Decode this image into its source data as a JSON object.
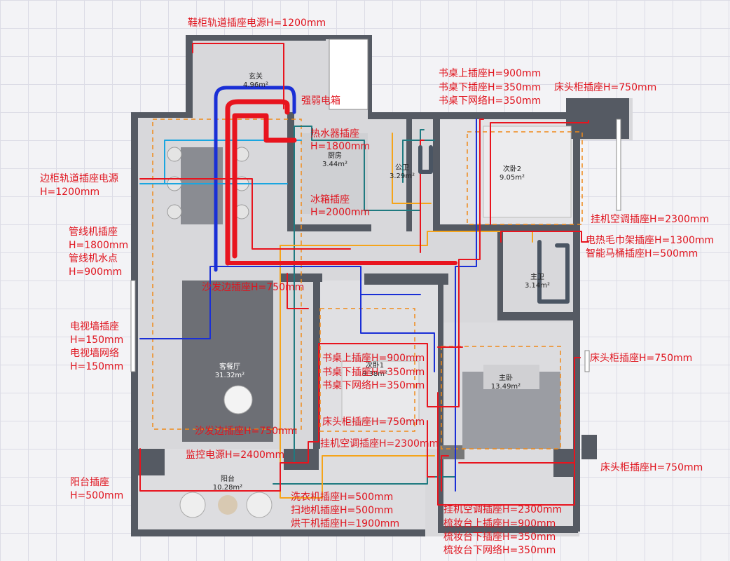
{
  "rooms": {
    "foyer": {
      "name": "玄关",
      "area": "4.96m²"
    },
    "kitchen": {
      "name": "厨房",
      "area": "3.44m²"
    },
    "pub_bath": {
      "name": "公卫",
      "area": "3.29m²"
    },
    "bed2": {
      "name": "次卧2",
      "area": "9.05m²"
    },
    "master_bath": {
      "name": "主卫",
      "area": "3.14m²"
    },
    "living": {
      "name": "客餐厅",
      "area": "31.32m²"
    },
    "bed1": {
      "name": "次卧1",
      "area": "9.38m²"
    },
    "master": {
      "name": "主卧",
      "area": "13.49m²"
    },
    "balcony": {
      "name": "阳台",
      "area": "10.28m²"
    }
  },
  "labels": {
    "shoe": "鞋柜轨道插座电源H=1200mm",
    "weak_box": "强弱电箱",
    "heater_1": "热水器插座",
    "heater_2": "H=1800mm",
    "fridge_1": "冰箱插座",
    "fridge_2": "H=2000mm",
    "desk2_1": "书桌上插座H=900mm",
    "desk2_2": "书桌下插座H=350mm",
    "desk2_3": "书桌下网络H=350mm",
    "bedside2": "床头柜插座H=750mm",
    "side_track_1": "边柜轨道插座电源",
    "side_track_2": "H=1200mm",
    "pipe_1": "管线机插座",
    "pipe_2": "H=1800mm",
    "pipe_3": "管线机水点",
    "pipe_4": "H=900mm",
    "ac2": "挂机空调插座H=2300mm",
    "towel": "电热毛巾架插座H=1300mm",
    "toilet": "智能马桶插座H=500mm",
    "sofa_top": "沙发边插座H=750mm",
    "tv_1": "电视墙插座",
    "tv_2": "H=150mm",
    "tv_3": "电视墙网络",
    "tv_4": "H=150mm",
    "desk1_1": "书桌上插座H=900mm",
    "desk1_2": "书桌下插座H=350mm",
    "desk1_3": "书桌下网络H=350mm",
    "bedside_m1": "床头柜插座H=750mm",
    "bedside1": "床头柜插座H=750mm",
    "ac1": "挂机空调插座H=2300mm",
    "sofa_bottom": "沙发边插座H=750mm",
    "monitor": "监控电源H=2400mm",
    "balcony_1": "阳台插座",
    "balcony_2": "H=500mm",
    "bedside_m2": "床头柜插座H=750mm",
    "washer": "洗衣机插座H=500mm",
    "robot": "扫地机插座H=500mm",
    "dryer": "烘干机插座H=1900mm",
    "ac_m": "挂机空调插座H=2300mm",
    "dress_1": "梳妆台上插座H=900mm",
    "dress_2": "梳妆台下插座H=350mm",
    "dress_3": "梳妆台下网络H=350mm"
  },
  "colors": {
    "power_line": "#e8141e",
    "network_line": "#1a2fd6",
    "water_line": "#1aa6e0",
    "orange_line": "#f5a41a",
    "teal_line": "#1f7a80",
    "dash_outline": "#f08a1a",
    "label_text": "#e0141e",
    "wall": "#555a63",
    "floor": "#d9d9dc"
  }
}
